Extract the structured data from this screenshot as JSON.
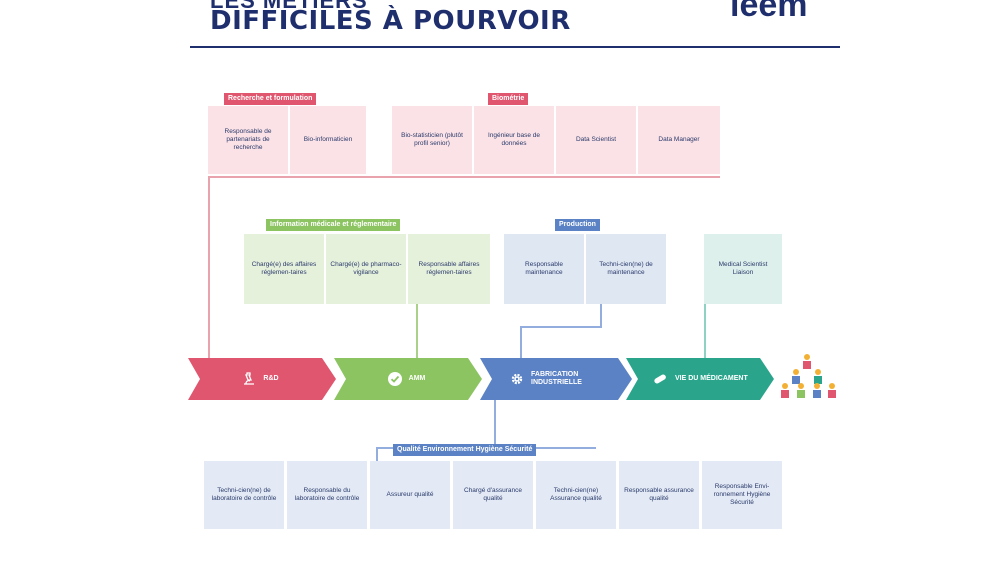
{
  "header": {
    "title_top": "LES MÉTIERS",
    "title_main": "DIFFICILES À POURVOIR",
    "logo": "leem"
  },
  "sections": {
    "recherche": "Recherche et formulation",
    "biometrie": "Biométrie",
    "info_medicale": "Information médicale et réglementaire",
    "production": "Production",
    "qualite": "Qualité Environnement Hygiène Sécurité"
  },
  "top_row": [
    "Responsable de partenariats de recherche",
    "Bio-informaticien",
    "Bio-statisticien (plutôt profil senior)",
    "Ingénieur base de données",
    "Data Scientist",
    "Data Manager"
  ],
  "mid_row": {
    "info": [
      "Chargé(e) des affaires réglemen-taires",
      "Chargé(e) de pharmaco-vigilance",
      "Responsable affaires réglemen-taires"
    ],
    "production": [
      "Responsable maintenance",
      "Techni-cien(ne) de maintenance"
    ],
    "vie": [
      "Medical Scientist Liaison"
    ]
  },
  "arrows": [
    {
      "label": "R&D",
      "color": "#e0566f",
      "icon": "microscope-icon"
    },
    {
      "label": "AMM",
      "color": "#8cc462",
      "icon": "check-icon"
    },
    {
      "label": "FABRICATION INDUSTRIELLE",
      "color": "#5b82c4",
      "icon": "gear-icon"
    },
    {
      "label": "VIE DU MÉDICAMENT",
      "color": "#2aa58c",
      "icon": "pill-icon"
    }
  ],
  "bottom_row": [
    "Techni-cien(ne) de laboratoire de contrôle",
    "Responsable du laboratoire de contrôle",
    "Assureur qualité",
    "Chargé d'assurance qualité",
    "Techni-cien(ne) Assurance qualité",
    "Responsable assurance qualité",
    "Responsable Envi-ronnement Hygiène Sécurité"
  ],
  "colors": {
    "pink": "#e0566f",
    "green": "#8cc462",
    "blue": "#5b82c4",
    "teal": "#2aa58c",
    "navy": "#1f2f6e"
  }
}
